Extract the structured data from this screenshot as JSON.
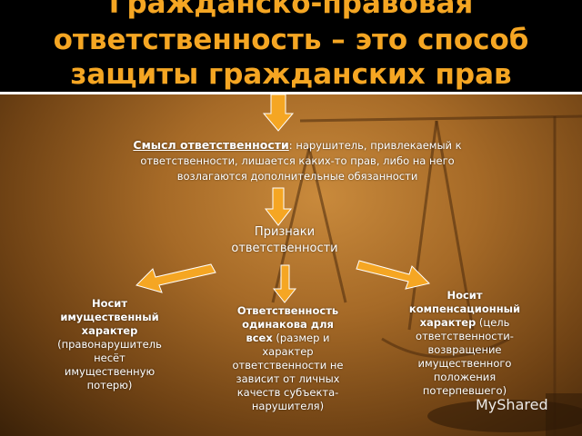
{
  "title": {
    "line1": "Гражданско-правовая",
    "line2": "ответственность – это способ",
    "line3": "защиты гражданских прав"
  },
  "definition": {
    "term": "Смысл ответственности",
    "text_line1": ": нарушитель, привлекаемый к",
    "text_line2": "ответственности, лишается каких-то прав, либо на него",
    "text_line3": "возлагаются дополнительные обязанности"
  },
  "signs": {
    "line1": "Признаки",
    "line2": "ответственности"
  },
  "features": [
    {
      "bold_lines": [
        "Носит",
        "имущественный",
        "характер"
      ],
      "normal_lines": [
        "(правонарушитель",
        "несёт",
        "имущественную",
        "потерю)"
      ]
    },
    {
      "bold_lines": [
        "Ответственность",
        "одинакова для"
      ],
      "mixed_bold": "всех",
      "mixed_normal": " (размер и",
      "normal_lines": [
        "характер",
        "ответственности не",
        "зависит от личных",
        "качеств субъекта-",
        "нарушителя)"
      ]
    },
    {
      "bold_lines": [
        "Носит",
        "компенсационный"
      ],
      "mixed_bold": "характер",
      "mixed_normal": " (цель",
      "normal_lines": [
        "ответственности-",
        "возвращение",
        "имущественного",
        "положения",
        "потерпевшего)"
      ]
    }
  ],
  "watermark": "MyShared",
  "colors": {
    "title": "#f5a623",
    "arrow": "#f5a623",
    "background": "#a66a27"
  }
}
